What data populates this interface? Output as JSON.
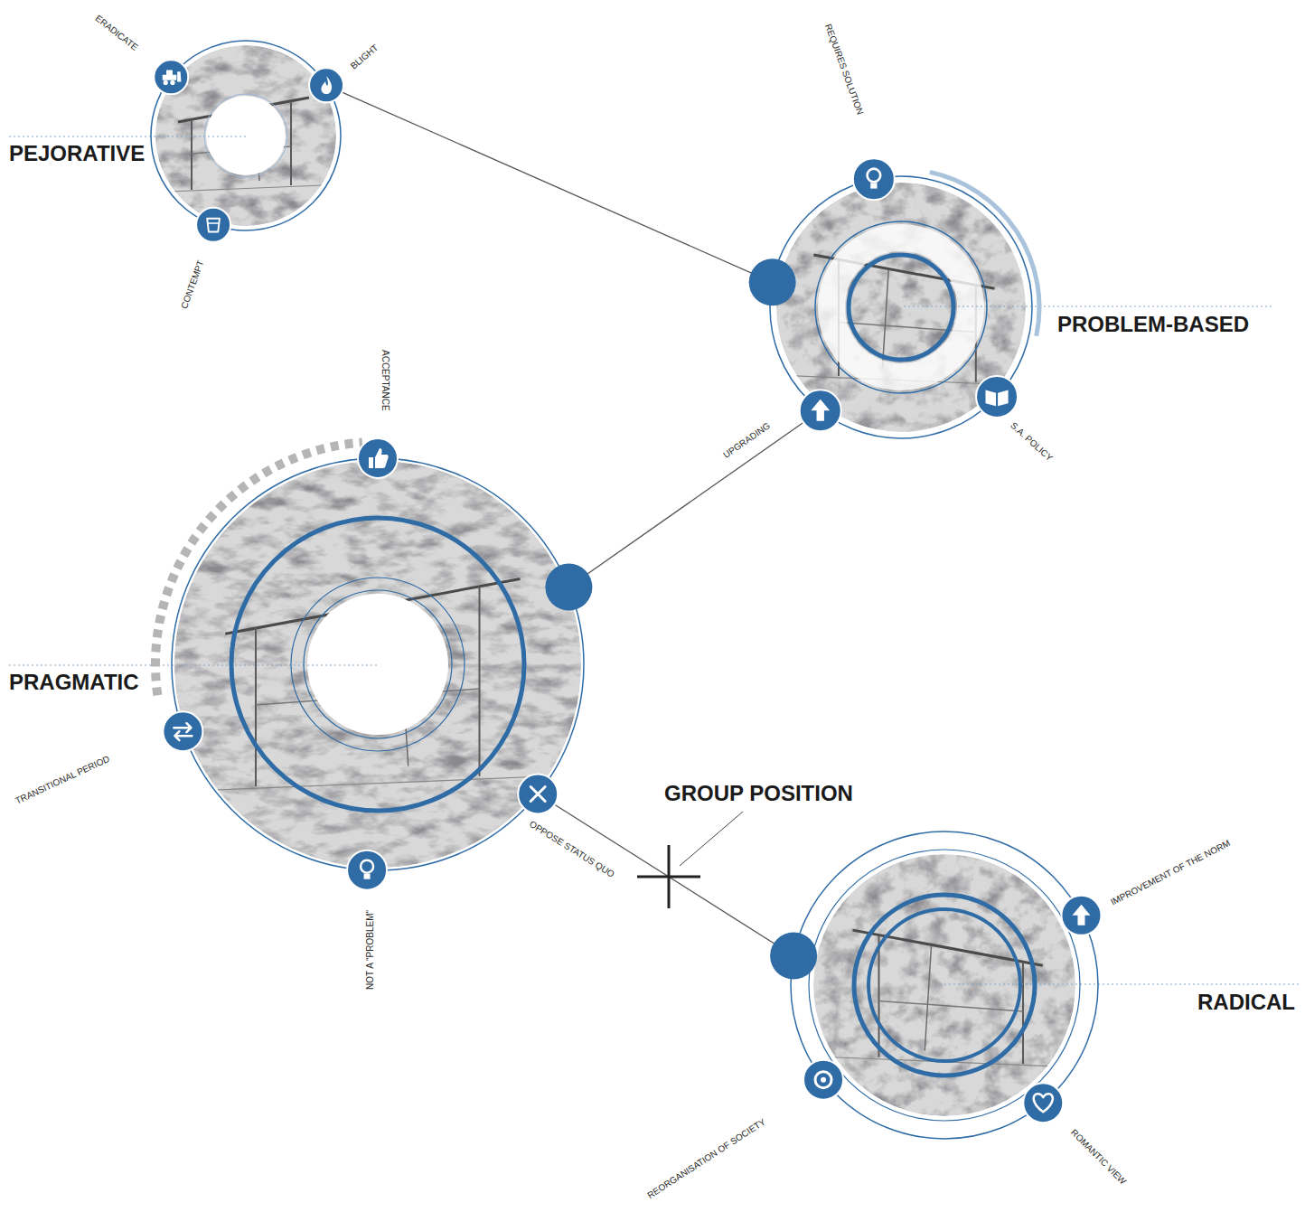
{
  "diagram": {
    "nodes": [
      {
        "text": [
          "PEJORATIVE"
        ]
      },
      {
        "text": [
          "PROBLEM-BASED"
        ]
      },
      {
        "text": [
          "PRAGMATIC"
        ]
      },
      {
        "text": [
          "RADICAL"
        ]
      }
    ],
    "edges": [
      {
        "from": 0,
        "to": 1,
        "arrow": "none"
      },
      {
        "from": 1,
        "to": 2,
        "arrow": "none"
      },
      {
        "from": 2,
        "to": 3,
        "arrow": "none"
      }
    ],
    "labels": [
      "ERADICATE",
      "BLIGHT",
      "CONTEMPT",
      "REQUIRES SOLUTION",
      "UPGRADING",
      "S.A. POLICY",
      "ACCEPTANCE",
      "TRANSITIONAL PERIOD",
      "NOT A \"PROBLEM\"",
      "OPPOSE STATUS QUO",
      "GROUP POSITION",
      "IMPROVEMENT OF THE NORM",
      "REORGANISATION OF SOCIETY",
      "ROMANTIC VIEW"
    ]
  }
}
